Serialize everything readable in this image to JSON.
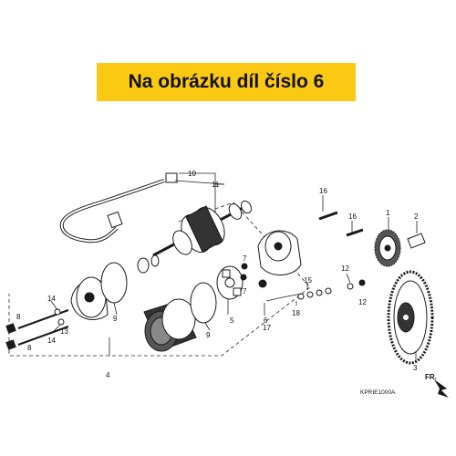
{
  "banner": {
    "text": "Na obrázku díl číslo 6"
  },
  "diagram_code": "KPRIE1000A",
  "direction_label": "FR.",
  "callouts": {
    "c1": "1",
    "c2": "2",
    "c3": "3",
    "c4": "4",
    "c5": "5",
    "c6": "6",
    "c7a": "7",
    "c7b": "7",
    "c8a": "8",
    "c8b": "8",
    "c9a": "9",
    "c9b": "9",
    "c10": "10",
    "c11": "11",
    "c12a": "12",
    "c12b": "12",
    "c13": "13",
    "c14a": "14",
    "c14b": "14",
    "c15": "15",
    "c16a": "16",
    "c16b": "16",
    "c17": "17",
    "c18": "18"
  },
  "colors": {
    "banner_bg": "#fbc814",
    "ink": "#1a1a1a"
  }
}
